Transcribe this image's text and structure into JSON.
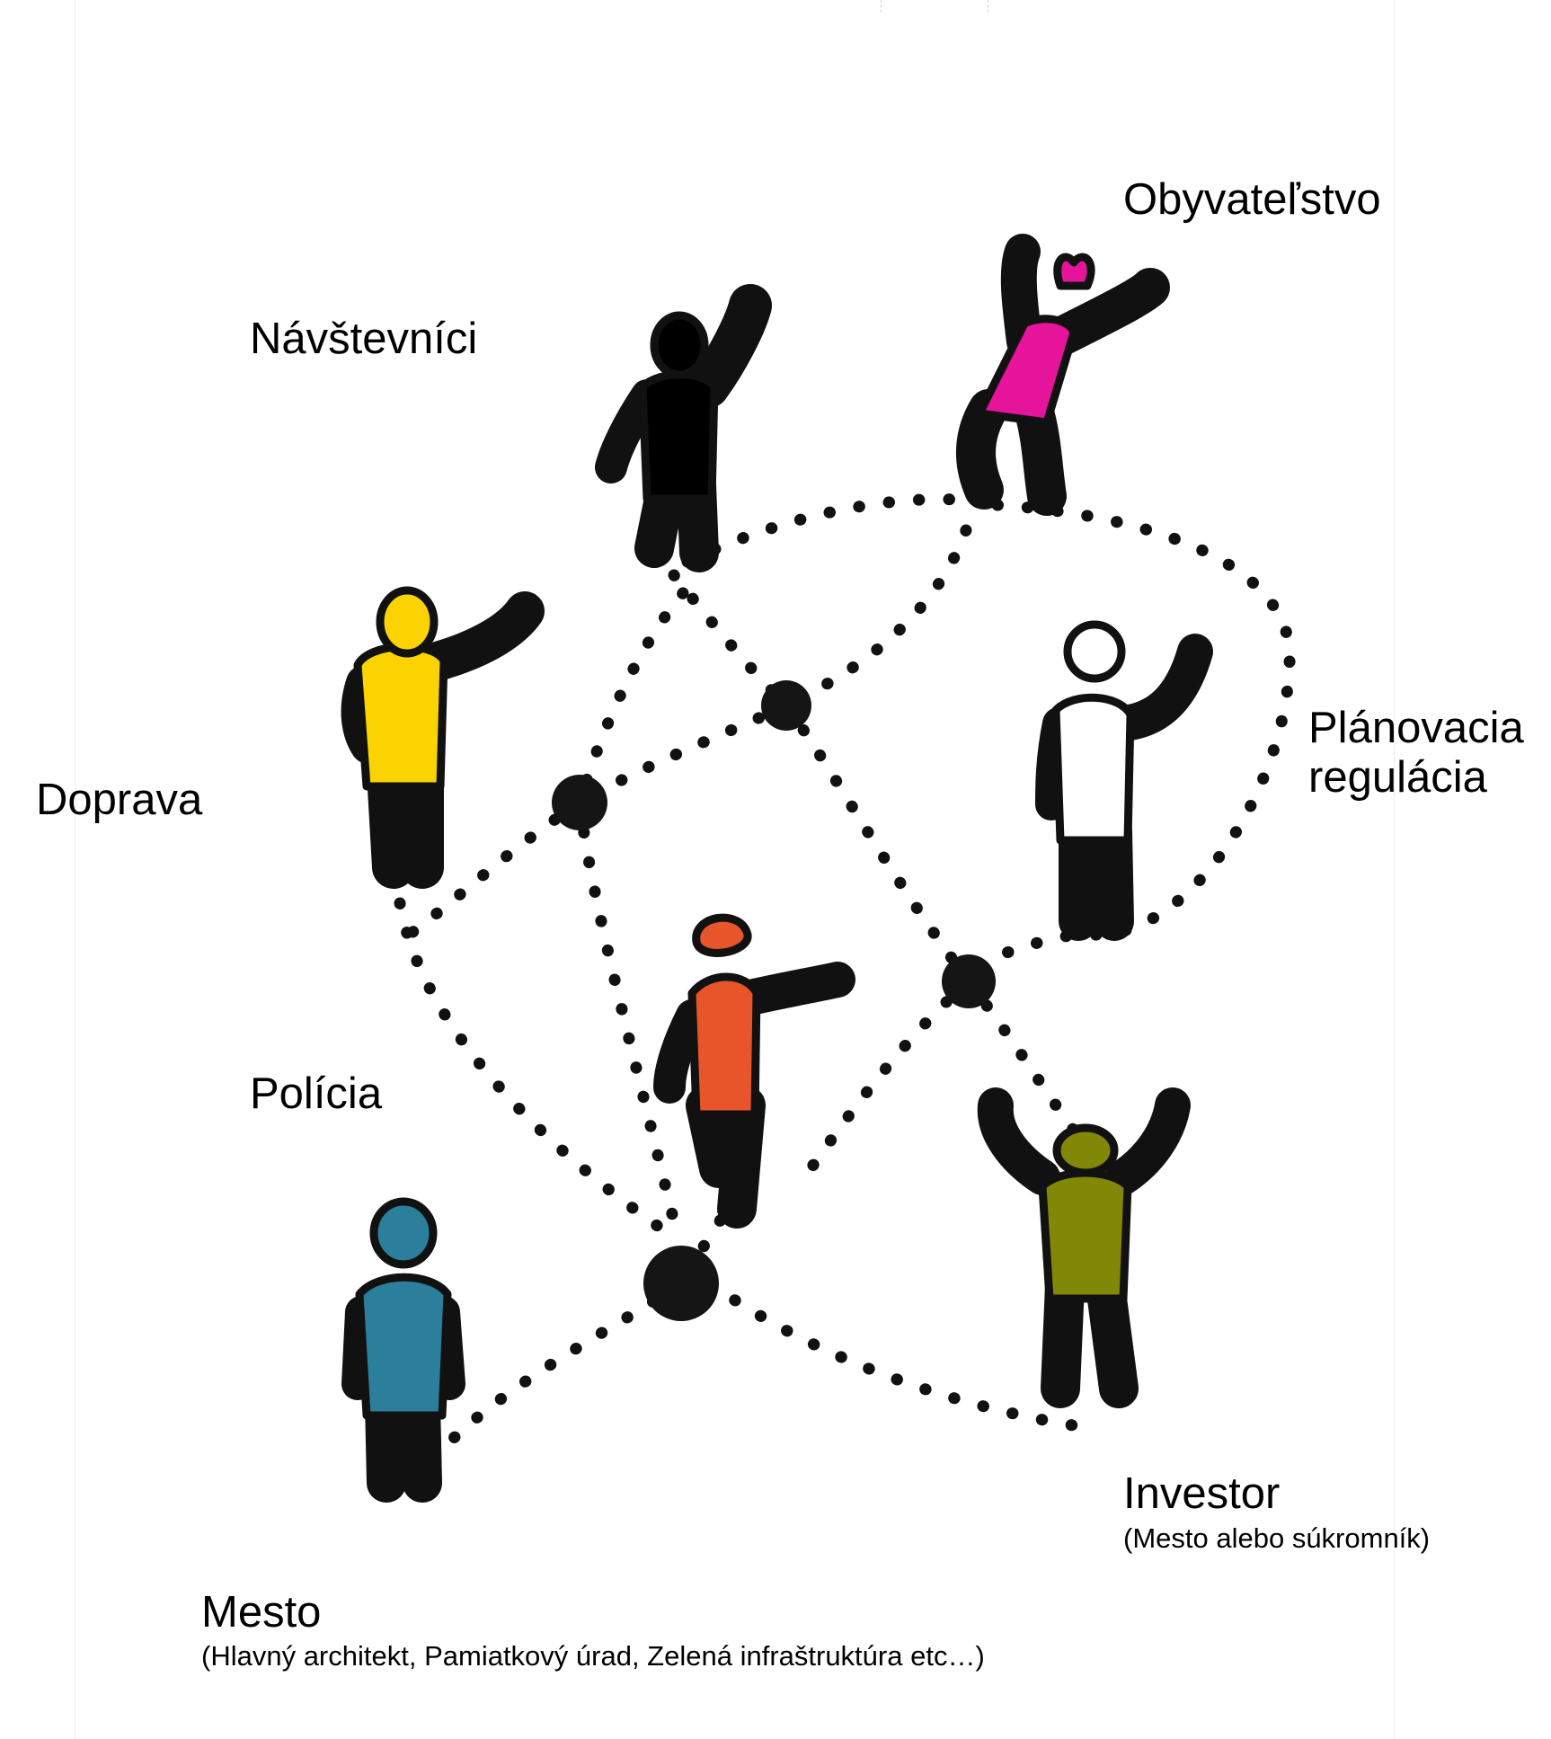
{
  "colors": {
    "navstevnici": "#000000",
    "obyvatelstvo": "#e5149a",
    "doprava": "#fbd300",
    "planovacia": "#ffffff",
    "policia": "#e8552b",
    "investor": "#818707",
    "mesto": "#2b7f9a",
    "outline": "#111111"
  },
  "labels": {
    "obyvatelstvo": "Obyvateľstvo",
    "navstevnici": "Návštevníci",
    "planovacia_line1": "Plánovacia",
    "planovacia_line2": "regulácia",
    "doprava": "Doprava",
    "policia": "Polícia",
    "investor": "Investor",
    "investor_sub": "(Mesto alebo súkromník)",
    "mesto": "Mesto",
    "mesto_sub": "(Hlavný architekt, Pamiatkový úrad, Zelená infraštruktúra etc…)"
  },
  "figures": [
    {
      "id": "navstevnici",
      "icon": "person-waving-icon"
    },
    {
      "id": "obyvatelstvo",
      "icon": "person-dancing-icon"
    },
    {
      "id": "doprava",
      "icon": "person-pointing-icon"
    },
    {
      "id": "planovacia",
      "icon": "person-outline-icon"
    },
    {
      "id": "policia",
      "icon": "person-walking-icon"
    },
    {
      "id": "investor",
      "icon": "person-arms-up-icon"
    },
    {
      "id": "mesto",
      "icon": "person-standing-icon"
    }
  ]
}
